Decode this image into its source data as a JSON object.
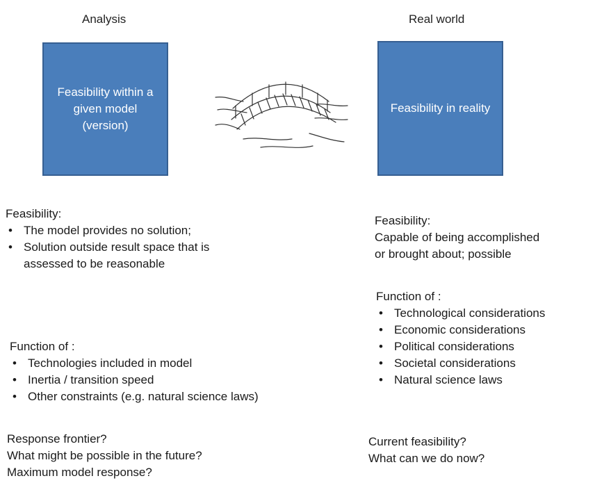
{
  "left": {
    "heading": "Analysis",
    "box_text": "Feasibility within a given model (version)",
    "feasibility_title": "Feasibility:",
    "feasibility_items": [
      "The model provides no solution;",
      "Solution outside result space that is assessed to be reasonable"
    ],
    "function_title": "Function of :",
    "function_items": [
      "Technologies included in model",
      "Inertia / transition speed",
      "Other constraints (e.g. natural science laws)"
    ],
    "questions": [
      "Response frontier?",
      "What might be possible in the future?",
      "Maximum model response?"
    ]
  },
  "right": {
    "heading": "Real world",
    "box_text": "Feasibility in reality",
    "feasibility_title": "Feasibility:",
    "feasibility_lines": [
      "Capable of being accomplished",
      "or brought about; possible"
    ],
    "function_title": "Function of :",
    "function_items": [
      "Technological considerations",
      "Economic considerations",
      "Political considerations",
      "Societal considerations",
      "Natural science laws"
    ],
    "questions": [
      "Current feasibility?",
      "What can we do now?"
    ]
  },
  "bridge": {
    "icon": "bridge-icon"
  },
  "colors": {
    "box_fill": "#4a7ebb",
    "box_border": "#365f91",
    "box_text": "#ffffff"
  }
}
